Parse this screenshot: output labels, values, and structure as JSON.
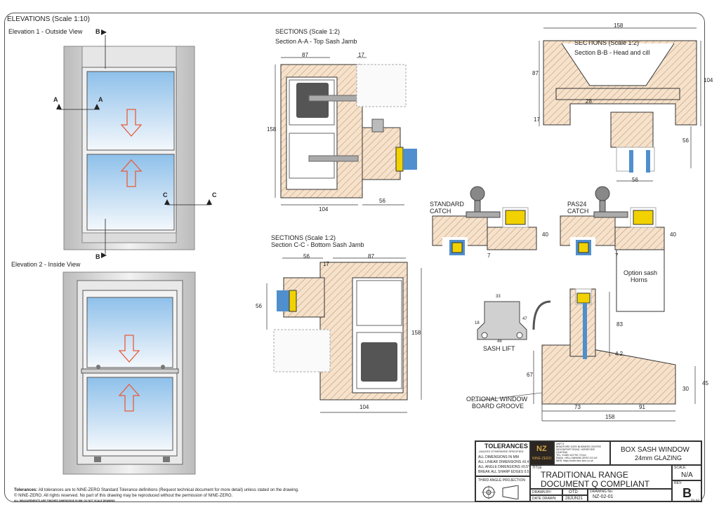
{
  "elevations": {
    "heading": "ELEVATIONS (Scale 1:10)",
    "view1": "Elevation 1 - Outside View",
    "view2": "Elevation 2 - Inside View",
    "markers": {
      "a": "A",
      "b": "B",
      "c": "C"
    }
  },
  "sections_aa": {
    "heading": "SECTIONS (Scale 1:2)",
    "subtitle": "Section A-A - Top Sash Jamb",
    "dims": {
      "d87": "87",
      "d17": "17",
      "d158": "158",
      "d104": "104",
      "d56": "56"
    }
  },
  "sections_bb": {
    "heading": "SECTIONS (Scale 1:2)",
    "subtitle": "Section B-B - Head and cill",
    "dims": {
      "d158": "158",
      "d87": "87",
      "d104": "104",
      "d17": "17",
      "d28": "28",
      "d56a": "56",
      "d56b": "56"
    }
  },
  "sections_cc": {
    "heading": "SECTIONS (Scale 1:2)",
    "subtitle": "Section C-C - Bottom Sash Jamb",
    "dims": {
      "d56": "56",
      "d87": "87",
      "d17": "17",
      "d56v": "56",
      "d158": "158",
      "d104": "104"
    }
  },
  "catches": {
    "standard": [
      "STANDARD",
      "CATCH"
    ],
    "pas24": [
      "PAS24",
      "CATCH"
    ],
    "dims": {
      "d40a": "40",
      "d7a": "7",
      "d40b": "40",
      "d7b": "7"
    },
    "horns": [
      "Option sash",
      "Horns"
    ]
  },
  "sash_lift": {
    "label": "SASH LIFT",
    "dims": {
      "w": "33",
      "h": "47",
      "b": "48",
      "side": "18"
    }
  },
  "cill": {
    "groove_label": [
      "OPTIONAL WINDOW",
      "BOARD GROOVE"
    ],
    "dims": {
      "d83": "83",
      "d42": "4.2",
      "d67": "67",
      "d30": "30",
      "d45": "45",
      "d73": "73",
      "d91": "91",
      "d158": "158"
    }
  },
  "title_block": {
    "tolerances_title": "TOLERANCES",
    "tolerances_sub": "UNLESS OTHERWISE SPECIFIED",
    "tol_lines": [
      "ALL DIMENSIONS IN MM",
      "ALL LINEAR DIMENSIONS ±0.4",
      "ALL ANGLE DIMENSIONS ±0.5°",
      "BREAK ALL SHARP EDGES 0.5"
    ],
    "projection": "THIRD ANGLE PROJECTION",
    "logo_top": "NZ",
    "logo_bottom": "NINE-ZERO",
    "address": [
      "UNIT 5",
      "BRADFORD GATE BUSINESS CENTRE",
      "DEVONPORT ROAD, HORSFORD",
      "LS18 5NA",
      "TEL: 01489 441799 / 07xxx",
      "EMAIL: HELLO@NINE-ZERO.CO.UK",
      "WEB: https://www.nine-zero.co.uk"
    ],
    "product": [
      "BOX SASH WINDOW",
      "24mm GLAZING"
    ],
    "title_label": "TITLE",
    "title_lines": [
      "TRADITIONAL RANGE",
      "DOCUMENT Q COMPLIANT"
    ],
    "scale_label": "SCALE:",
    "scale_value": "N/A",
    "rev_label": "REV:",
    "rev_value": "B",
    "drawn_by_label": "DRAWN BY:",
    "drawn_by": "OTD",
    "date_label": "DATE DRAWN:",
    "date": "28JUN21",
    "drawing_no_label": "DRAWING No:",
    "drawing_no": "NZ-02-01",
    "sheet": "Sh: A3"
  },
  "footer": {
    "tolerances_bold": "Tolerances:",
    "tolerances_text": "All tolerances are to NINE-ZERO Standard Tolerance definitions (Request technical document for more detail) unless stated on the drawing.",
    "copyright": "© NINE-ZERO. All rights reserved. No part of this drawing may be reproduced without the permission of NINE-ZERO.",
    "note": "ALL MEASUREMENTS ARE FINISHED DIMENSIONS IN MM.   DO NOT SCALE DRAWING"
  },
  "colors": {
    "wood": "#f2ddc5",
    "glass": "#bcd9f0",
    "frame_grey": "#d8d8d8",
    "arrow": "#e85c3a",
    "gasket": "#f1d200",
    "blue_bead": "#4f8fcd"
  }
}
